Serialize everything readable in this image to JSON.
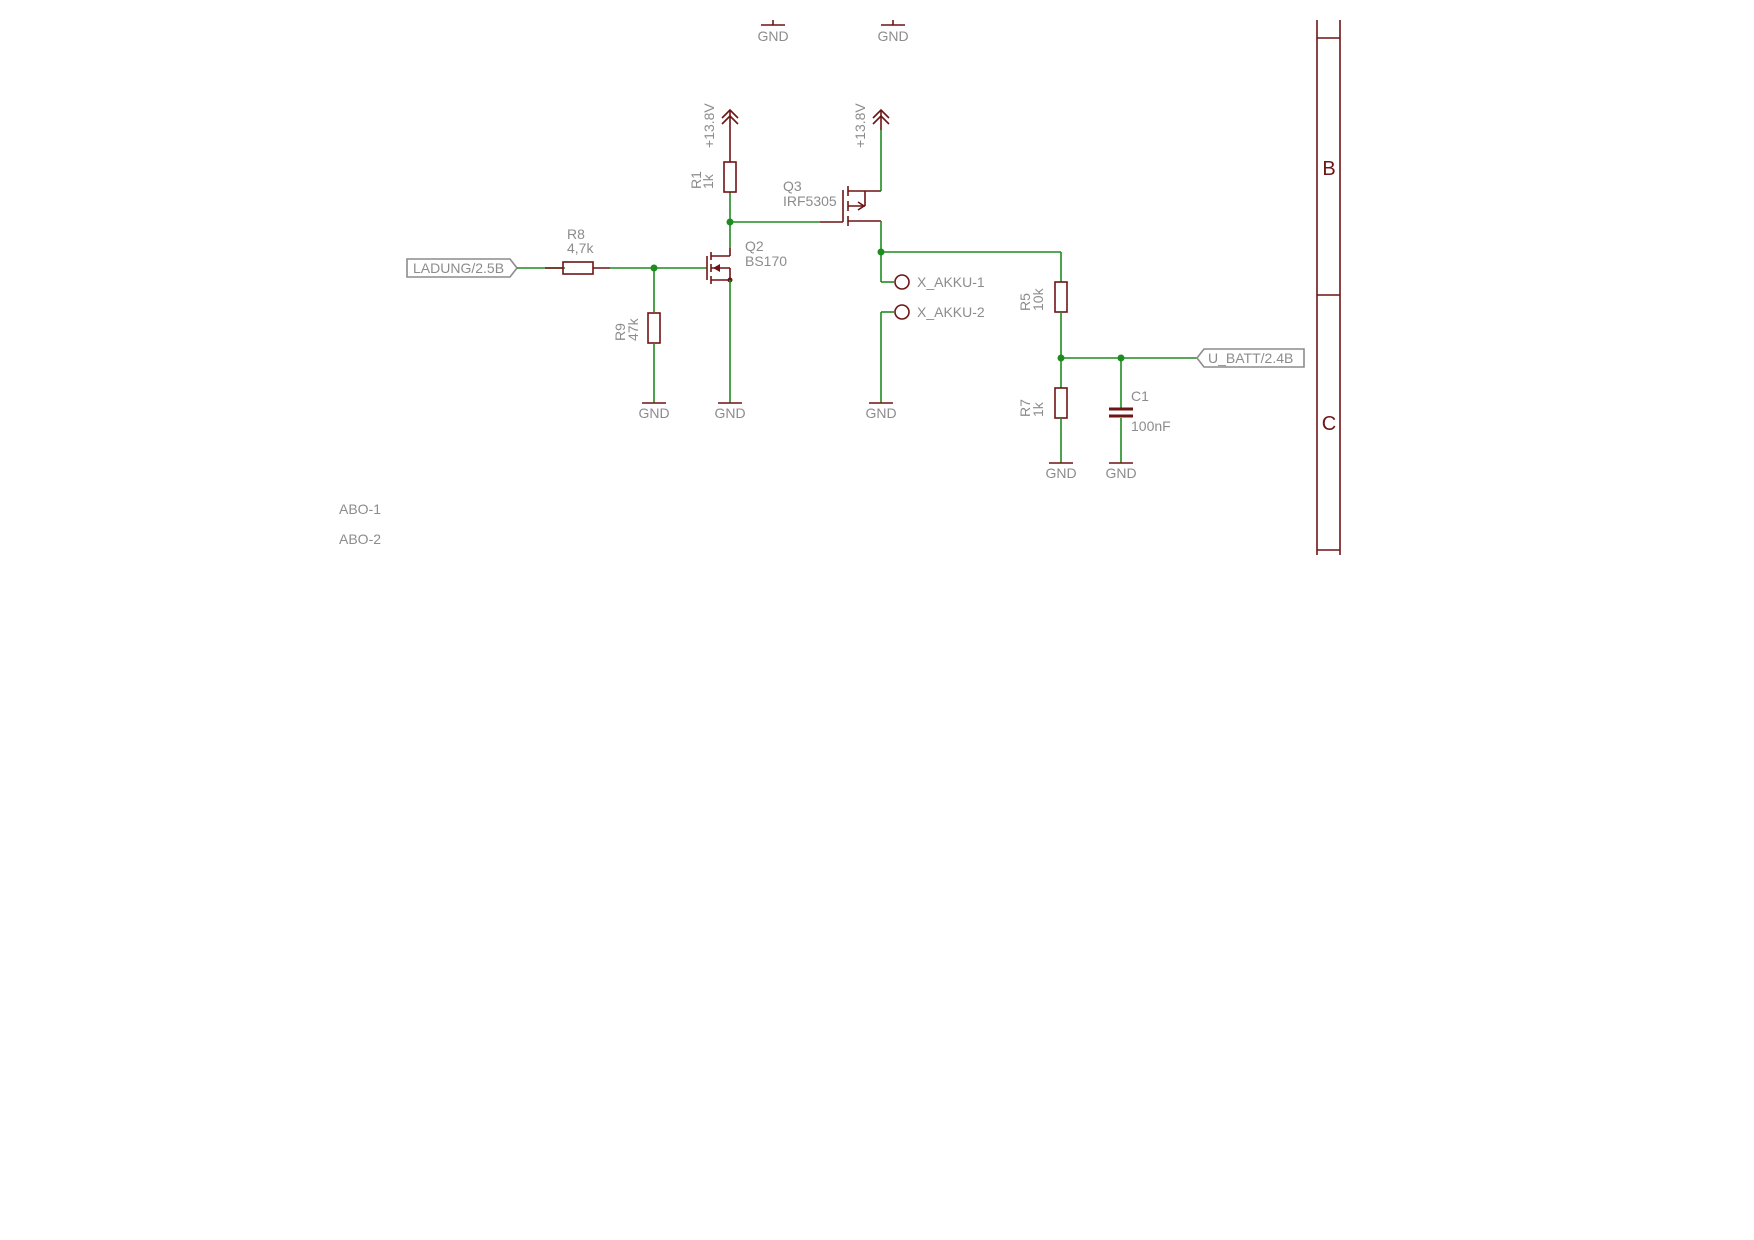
{
  "labels": {
    "gnd": "GND",
    "v138": "+13.8V",
    "r1_name": "R1",
    "r1_value": "1k",
    "r5_name": "R5",
    "r5_value": "10k",
    "r7_name": "R7",
    "r7_value": "1k",
    "r8_name": "R8",
    "r8_value": "4,7k",
    "r9_name": "R9",
    "r9_value": "47k",
    "c1_name": "C1",
    "c1_value": "100nF",
    "q2_name": "Q2",
    "q2_value": "BS170",
    "q3_name": "Q3",
    "q3_value": "IRF5305",
    "x_akku_1": "X_AKKU-1",
    "x_akku_2": "X_AKKU-2",
    "net_ladung": "LADUNG/2.5B",
    "net_ubatt": "U_BATT/2.4B",
    "sabo_1": "ABO-1",
    "sabo_2": "ABO-2",
    "frame_b": "B",
    "frame_c": "C"
  },
  "colors": {
    "wire": "#1e8c1e",
    "symbol": "#6e1414",
    "text": "#8c8c8c"
  }
}
